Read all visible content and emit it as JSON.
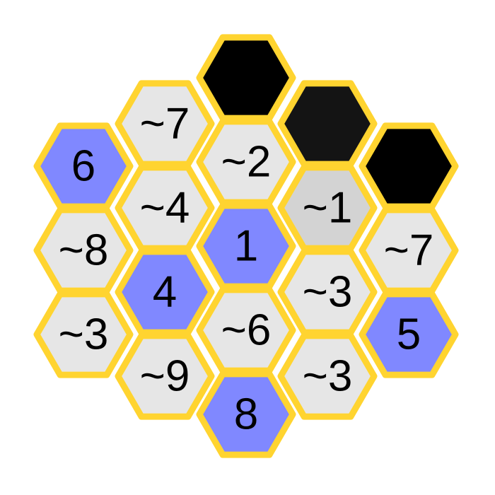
{
  "board": {
    "border_color": "#ffd430",
    "text_color": "#000000",
    "state_colors": {
      "blue": "#8088ff",
      "gray": "#e6e6e6",
      "highlight": "#d3d3d3",
      "black": "#000000",
      "dark": "#141414"
    },
    "cells": [
      {
        "col": 0,
        "row": 0,
        "label": "6",
        "state": "blue"
      },
      {
        "col": 0,
        "row": 1,
        "label": "~8",
        "state": "gray"
      },
      {
        "col": 0,
        "row": 2,
        "label": "~3",
        "state": "gray"
      },
      {
        "col": 1,
        "row": 0,
        "label": "~7",
        "state": "gray"
      },
      {
        "col": 1,
        "row": 1,
        "label": "~4",
        "state": "gray"
      },
      {
        "col": 1,
        "row": 2,
        "label": "4",
        "state": "blue"
      },
      {
        "col": 1,
        "row": 3,
        "label": "~9",
        "state": "gray"
      },
      {
        "col": 2,
        "row": 0,
        "label": "",
        "state": "black"
      },
      {
        "col": 2,
        "row": 1,
        "label": "~2",
        "state": "gray"
      },
      {
        "col": 2,
        "row": 2,
        "label": "1",
        "state": "blue"
      },
      {
        "col": 2,
        "row": 3,
        "label": "~6",
        "state": "gray"
      },
      {
        "col": 2,
        "row": 4,
        "label": "8",
        "state": "blue"
      },
      {
        "col": 3,
        "row": 0,
        "label": "",
        "state": "dark"
      },
      {
        "col": 3,
        "row": 1,
        "label": "~1",
        "state": "highlight"
      },
      {
        "col": 3,
        "row": 2,
        "label": "~3",
        "state": "gray"
      },
      {
        "col": 3,
        "row": 3,
        "label": "~3",
        "state": "gray"
      },
      {
        "col": 4,
        "row": 0,
        "label": "",
        "state": "black"
      },
      {
        "col": 4,
        "row": 1,
        "label": "~7",
        "state": "gray"
      },
      {
        "col": 4,
        "row": 2,
        "label": "5",
        "state": "blue"
      }
    ]
  }
}
